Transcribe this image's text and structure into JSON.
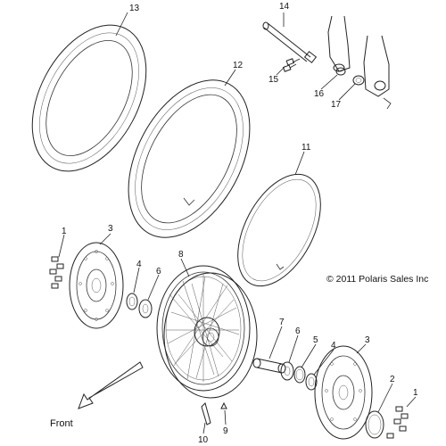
{
  "copyright": "© 2011 Polaris Sales Inc",
  "direction_label": "Front",
  "callouts": {
    "c1a": "1",
    "c1b": "1",
    "c2": "2",
    "c3a": "3",
    "c3b": "3",
    "c4a": "4",
    "c4b": "4",
    "c5": "5",
    "c6a": "6",
    "c6b": "6",
    "c7": "7",
    "c8": "8",
    "c9": "9",
    "c10": "10",
    "c11": "11",
    "c12": "12",
    "c13": "13",
    "c14": "14",
    "c15": "15",
    "c16": "16",
    "c17": "17"
  }
}
